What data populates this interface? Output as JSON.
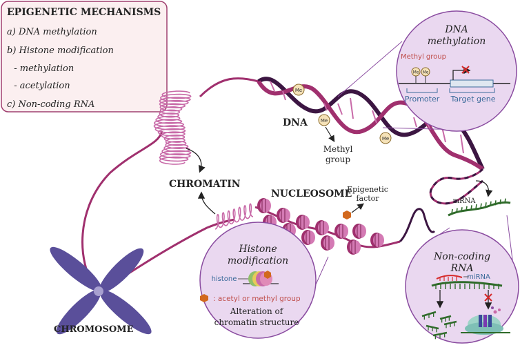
{
  "mechanisms_box": {
    "title": "EPIGENETIC MECHANISMS",
    "items": [
      "a) DNA methylation",
      "b) Histone modification",
      "  - methylation",
      "  - acetylation",
      "c) Non-coding RNA"
    ]
  },
  "labels": {
    "dna": "DNA",
    "methyl_group": [
      "Methyl",
      "group"
    ],
    "chromatin": "CHROMATIN",
    "nucleosome": "NUCLEOSOME",
    "epigenetic_factor": [
      "Epigenetic",
      "factor"
    ],
    "mrna": "mRNA",
    "chromosome": "CHROMOSOME",
    "me": "Me"
  },
  "dna_methylation": {
    "title": [
      "DNA",
      "methylation"
    ],
    "methyl_group": "Methyl group",
    "promoter": "Promoter",
    "target_gene": "Target gene"
  },
  "histone_modification": {
    "title": [
      "Histone",
      "modification"
    ],
    "histone": "histone",
    "legend": ": acetyl or methyl group",
    "caption": [
      "Alteration of",
      "chromatin structure"
    ]
  },
  "non_coding_rna": {
    "title": [
      "Non-coding",
      "RNA"
    ],
    "mirna": "miRNA"
  },
  "colors": {
    "magenta": "#a0306e",
    "purple_dark": "#3c1642",
    "pink": "#c86aa8",
    "circle_fill": "#ead8f0",
    "circle_stroke": "#8a4ca0",
    "box_fill": "#fbeff0",
    "box_stroke": "#a04070",
    "orange": "#d2691e",
    "green": "#2f6b2a",
    "chromosome": "#5a4f9a",
    "red": "#d62a2a",
    "gene_blue": "#3a6a9a"
  }
}
